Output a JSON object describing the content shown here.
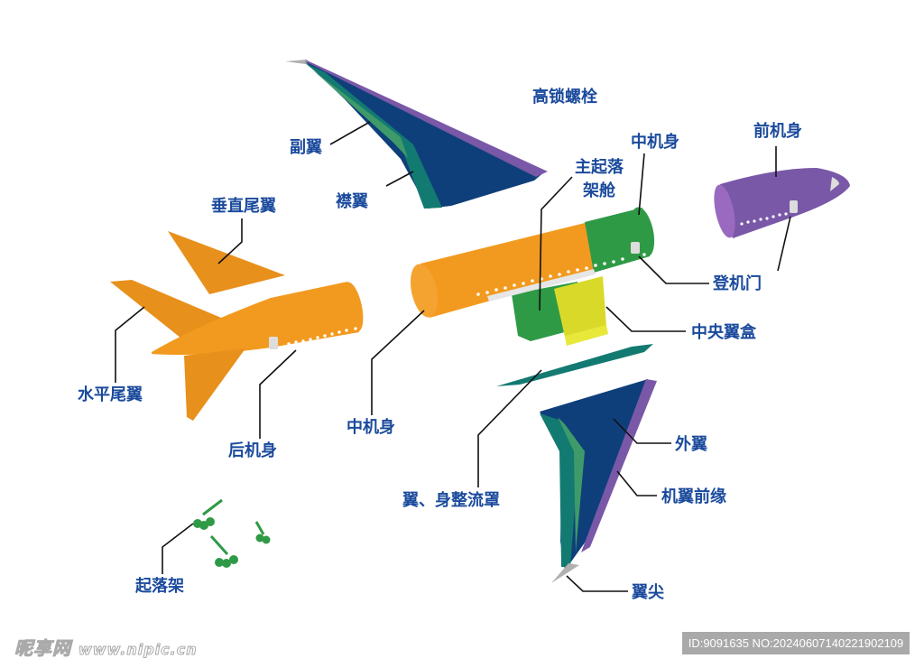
{
  "labels": {
    "high_lock_bolt": "高锁螺栓",
    "aileron": "副翼",
    "flap": "襟翼",
    "vertical_tail": "垂直尾翼",
    "main_gear_bay_1": "主起落",
    "main_gear_bay_2": "架舱",
    "mid_fuselage_top": "中机身",
    "front_fuselage": "前机身",
    "boarding_door": "登机门",
    "center_wing_box": "中央翼盒",
    "horizontal_tail": "水平尾翼",
    "rear_fuselage": "后机身",
    "mid_fuselage": "中机身",
    "outer_wing": "外翼",
    "leading_edge": "机翼前缘",
    "wing_body_fairing": "翼、身整流罩",
    "landing_gear": "起落架",
    "wing_tip": "翼尖"
  },
  "watermark": {
    "brand": "昵享网",
    "site": "www.nipic.cn"
  },
  "image_id": "ID:9091635 NO:20240607140221902109",
  "colors": {
    "label": "#1a4a9c",
    "orange": "#f29a1f",
    "green": "#2f9a46",
    "yellow": "#d9d92a",
    "navy": "#0f3f7a",
    "teal": "#137a72",
    "purple": "#7a58a8"
  }
}
